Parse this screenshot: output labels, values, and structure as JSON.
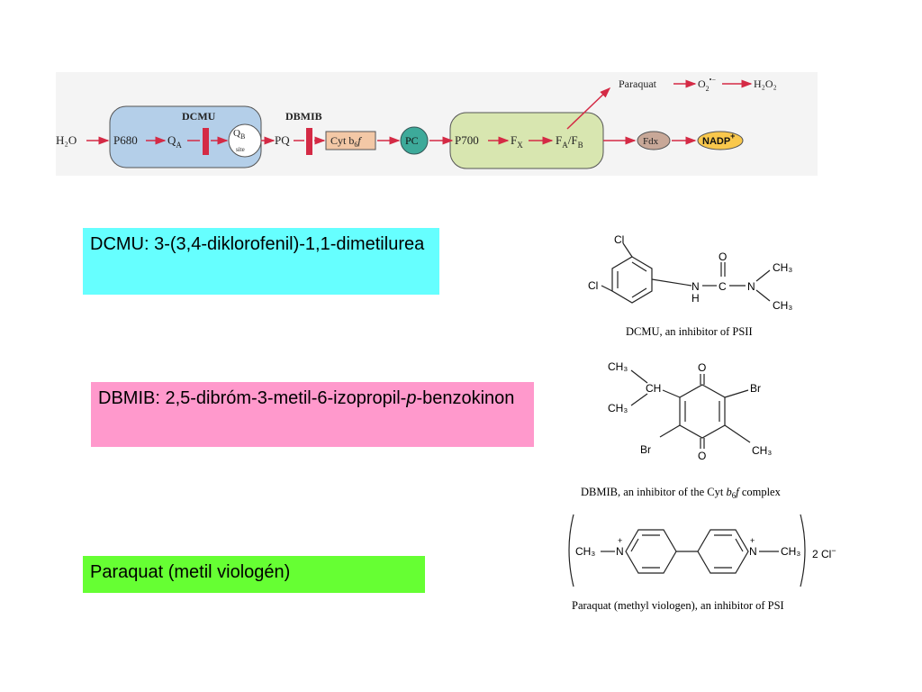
{
  "scheme": {
    "h2o": "H₂O",
    "p680": "P680",
    "qa": "Q",
    "qa_sub": "A",
    "qb": "Q",
    "qb_sub": "B",
    "qb_site": "site",
    "pq": "PQ",
    "cyt": "Cyt b",
    "cyt_sub": "6",
    "cyt_f": "f",
    "pc": "PC",
    "p700": "P700",
    "fx": "F",
    "fx_sub": "X",
    "fafb": "F",
    "fa_sub": "A",
    "fb_sub": "B",
    "fdx": "Fdx",
    "nadp": "NADP",
    "nadp_sup": "+",
    "paraquat": "Paraquat",
    "o2": "O",
    "o2_sub": "2",
    "o2_sup": "•−",
    "h2o2": "H₂O₂",
    "dcmu_label": "DCMU",
    "dbmib_label": "DBMIB"
  },
  "boxes": {
    "dcmu": "DCMU: 3-(3,4-diklorofenil)-1,1-dimetilurea",
    "dbmib_pre": "DBMIB: 2,5-dibróm-3-metil-6-izopropil-",
    "dbmib_italic": "p",
    "dbmib_post": "-benzokinon",
    "paraquat": "Paraquat (metil viologén)"
  },
  "structures": {
    "dcmu": {
      "cl1": "Cl",
      "cl2": "Cl",
      "n1": "N",
      "h": "H",
      "c": "C",
      "o": "O",
      "n2": "N",
      "ch3a": "CH₃",
      "ch3b": "CH₃",
      "caption": "DCMU, an inhibitor of PSII"
    },
    "dbmib": {
      "ch3a": "CH₃",
      "ch": "CH",
      "ch3b": "CH₃",
      "o1": "O",
      "br1": "Br",
      "br2": "Br",
      "ch3c": "CH₃",
      "o2": "O",
      "caption_pre": "DBMIB, an inhibitor of the Cyt ",
      "caption_b": "b",
      "caption_sub": "6",
      "caption_f": "f",
      "caption_post": " complex"
    },
    "paraquat": {
      "ch3l": "CH₃",
      "nl": "N",
      "nr": "N",
      "ch3r": "CH₃",
      "plus1": "+",
      "plus2": "+",
      "counter": "2 Cl",
      "counter_sup": "−",
      "caption": "Paraquat (methyl viologen), an inhibitor of PSI"
    }
  },
  "colors": {
    "psii": "#b4cfe9",
    "psi": "#d8e6b0",
    "arrow": "#d42a45",
    "block": "#d42a45",
    "pc": "#3daa9a",
    "cyt": "#f3c8a6",
    "fdx": "#c8a898",
    "nadp": "#f9c84c",
    "dcmu_box": "#66ffff",
    "dbmib_box": "#ff99cc",
    "paraquat_box": "#66ff33"
  }
}
